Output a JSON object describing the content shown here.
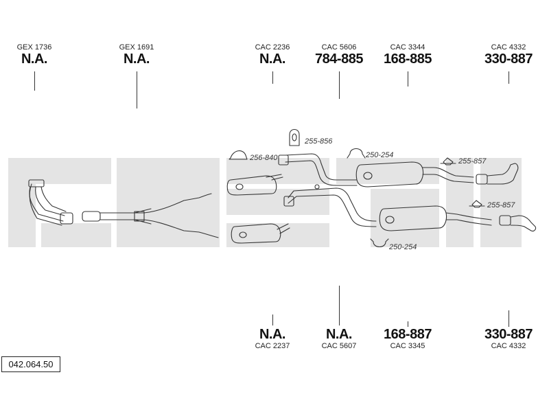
{
  "document_number": "042.064.50",
  "top_parts": [
    {
      "code": "GEX 1736",
      "number": "N.A."
    },
    {
      "code": "GEX 1691",
      "number": "N.A."
    },
    {
      "code": "CAC 2236",
      "number": "N.A."
    },
    {
      "code": "CAC 5606",
      "number": "784-885"
    },
    {
      "code": "CAC 3344",
      "number": "168-885"
    },
    {
      "code": "CAC 4332",
      "number": "330-887"
    }
  ],
  "bottom_parts": [
    {
      "code": "CAC 2237",
      "number": "N.A."
    },
    {
      "code": "CAC 5607",
      "number": "N.A."
    },
    {
      "code": "CAC 3345",
      "number": "168-887"
    },
    {
      "code": "CAC 4332",
      "number": "330-887"
    }
  ],
  "fitting_refs": [
    "256-840",
    "255-856",
    "250-254",
    "255-857",
    "255-857",
    "250-254"
  ],
  "colors": {
    "watermark": "#e4e4e4",
    "line": "#333333"
  }
}
